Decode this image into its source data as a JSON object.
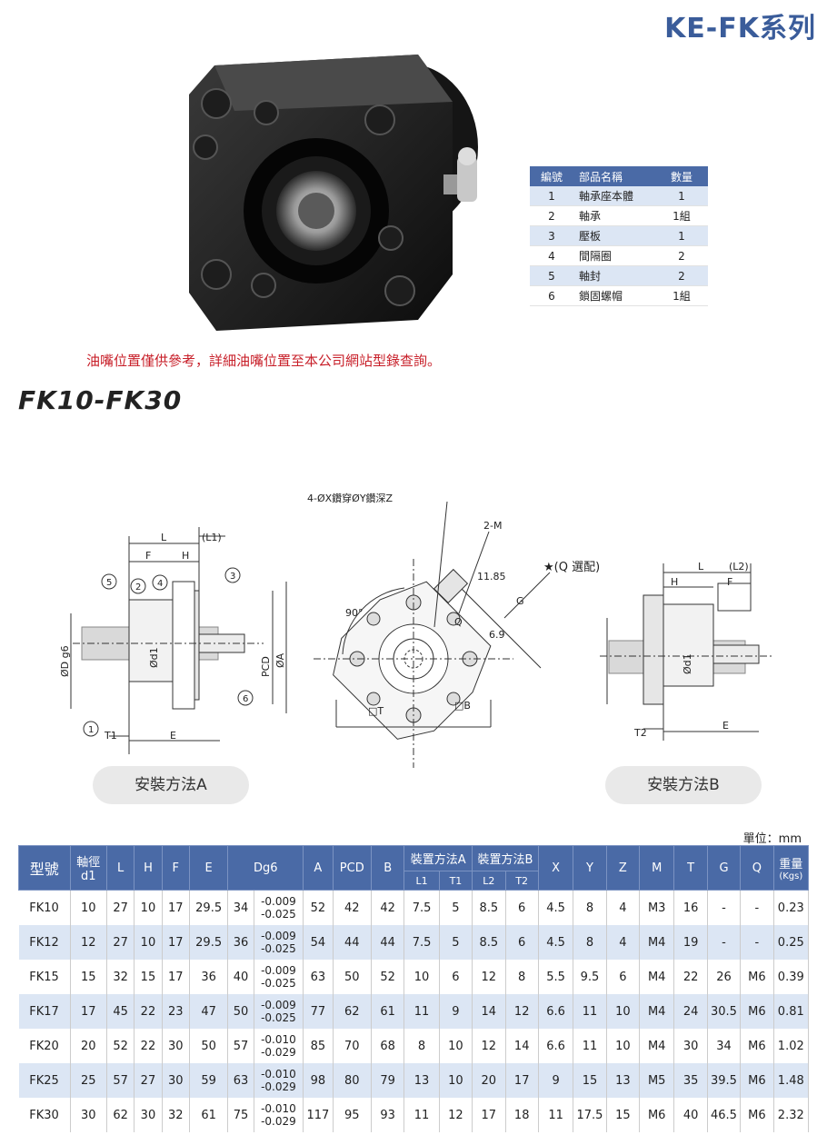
{
  "header": {
    "series_title": "KE-FK系列"
  },
  "parts_table": {
    "headers": [
      "編號",
      "部品名稱",
      "數量"
    ],
    "rows": [
      [
        "1",
        "軸承座本體",
        "1"
      ],
      [
        "2",
        "軸承",
        "1組"
      ],
      [
        "3",
        "壓板",
        "1"
      ],
      [
        "4",
        "間隔圈",
        "2"
      ],
      [
        "5",
        "軸封",
        "2"
      ],
      [
        "6",
        "鎖固螺帽",
        "1組"
      ]
    ]
  },
  "note": "油嘴位置僅供參考，詳細油嘴位置至本公司網站型錄查詢。",
  "model_range": "FK10-FK30",
  "drawing": {
    "hole_label": "4-ØX鑽穿ØY鑽深Z",
    "tap_label": "2-M",
    "option_label": "★(Q 選配)",
    "dim_11_85": "11.85",
    "dim_6_9": "6.9",
    "angle_90": "90°",
    "dim_G": "G",
    "dim_T_box": "□T",
    "dim_B_box": "□B",
    "dim_Q1": "Q",
    "left": {
      "L": "L",
      "L1": "(L1)",
      "F": "F",
      "H": "H",
      "E": "E",
      "T1": "T1",
      "Dg6": "ØD g6",
      "d1": "Ød1",
      "PCD": "PCD",
      "A": "ØA",
      "callouts": [
        "1",
        "2",
        "3",
        "4",
        "5",
        "6"
      ]
    },
    "right": {
      "L": "L",
      "L2": "(L2)",
      "H": "H",
      "F": "F",
      "E": "E",
      "T2": "T2",
      "d1": "Ød1"
    }
  },
  "methods": {
    "a": "安裝方法A",
    "b": "安裝方法B"
  },
  "unit": "單位：mm",
  "spec_table": {
    "headers": {
      "model": "型號",
      "d1_top": "軸徑",
      "d1_bot": "d1",
      "L": "L",
      "H": "H",
      "F": "F",
      "E": "E",
      "Dg6": "Dg6",
      "A": "A",
      "PCD": "PCD",
      "B": "B",
      "methodA": "裝置方法A",
      "methodB": "裝置方法B",
      "L1": "L1",
      "T1": "T1",
      "L2": "L2",
      "T2": "T2",
      "X": "X",
      "Y": "Y",
      "Z": "Z",
      "M": "M",
      "T": "T",
      "G": "G",
      "Q": "Q",
      "weight_top": "重量",
      "weight_bot": "(Kgs)"
    },
    "rows": [
      {
        "model": "FK10",
        "d1": "10",
        "L": "27",
        "H": "10",
        "F": "17",
        "E": "29.5",
        "D": "34",
        "tol_up": "-0.009",
        "tol_lo": "-0.025",
        "A": "52",
        "PCD": "42",
        "B": "42",
        "L1": "7.5",
        "T1": "5",
        "L2": "8.5",
        "T2": "6",
        "X": "4.5",
        "Y": "8",
        "Z": "4",
        "M": "M3",
        "T": "16",
        "G": "-",
        "Q": "-",
        "W": "0.23"
      },
      {
        "model": "FK12",
        "d1": "12",
        "L": "27",
        "H": "10",
        "F": "17",
        "E": "29.5",
        "D": "36",
        "tol_up": "-0.009",
        "tol_lo": "-0.025",
        "A": "54",
        "PCD": "44",
        "B": "44",
        "L1": "7.5",
        "T1": "5",
        "L2": "8.5",
        "T2": "6",
        "X": "4.5",
        "Y": "8",
        "Z": "4",
        "M": "M4",
        "T": "19",
        "G": "-",
        "Q": "-",
        "W": "0.25"
      },
      {
        "model": "FK15",
        "d1": "15",
        "L": "32",
        "H": "15",
        "F": "17",
        "E": "36",
        "D": "40",
        "tol_up": "-0.009",
        "tol_lo": "-0.025",
        "A": "63",
        "PCD": "50",
        "B": "52",
        "L1": "10",
        "T1": "6",
        "L2": "12",
        "T2": "8",
        "X": "5.5",
        "Y": "9.5",
        "Z": "6",
        "M": "M4",
        "T": "22",
        "G": "26",
        "Q": "M6",
        "W": "0.39"
      },
      {
        "model": "FK17",
        "d1": "17",
        "L": "45",
        "H": "22",
        "F": "23",
        "E": "47",
        "D": "50",
        "tol_up": "-0.009",
        "tol_lo": "-0.025",
        "A": "77",
        "PCD": "62",
        "B": "61",
        "L1": "11",
        "T1": "9",
        "L2": "14",
        "T2": "12",
        "X": "6.6",
        "Y": "11",
        "Z": "10",
        "M": "M4",
        "T": "24",
        "G": "30.5",
        "Q": "M6",
        "W": "0.81"
      },
      {
        "model": "FK20",
        "d1": "20",
        "L": "52",
        "H": "22",
        "F": "30",
        "E": "50",
        "D": "57",
        "tol_up": "-0.010",
        "tol_lo": "-0.029",
        "A": "85",
        "PCD": "70",
        "B": "68",
        "L1": "8",
        "T1": "10",
        "L2": "12",
        "T2": "14",
        "X": "6.6",
        "Y": "11",
        "Z": "10",
        "M": "M4",
        "T": "30",
        "G": "34",
        "Q": "M6",
        "W": "1.02"
      },
      {
        "model": "FK25",
        "d1": "25",
        "L": "57",
        "H": "27",
        "F": "30",
        "E": "59",
        "D": "63",
        "tol_up": "-0.010",
        "tol_lo": "-0.029",
        "A": "98",
        "PCD": "80",
        "B": "79",
        "L1": "13",
        "T1": "10",
        "L2": "20",
        "T2": "17",
        "X": "9",
        "Y": "15",
        "Z": "13",
        "M": "M5",
        "T": "35",
        "G": "39.5",
        "Q": "M6",
        "W": "1.48"
      },
      {
        "model": "FK30",
        "d1": "30",
        "L": "62",
        "H": "30",
        "F": "32",
        "E": "61",
        "D": "75",
        "tol_up": "-0.010",
        "tol_lo": "-0.029",
        "A": "117",
        "PCD": "95",
        "B": "93",
        "L1": "11",
        "T1": "12",
        "L2": "17",
        "T2": "18",
        "X": "11",
        "Y": "17.5",
        "Z": "15",
        "M": "M6",
        "T": "40",
        "G": "46.5",
        "Q": "M6",
        "W": "2.32"
      }
    ]
  }
}
